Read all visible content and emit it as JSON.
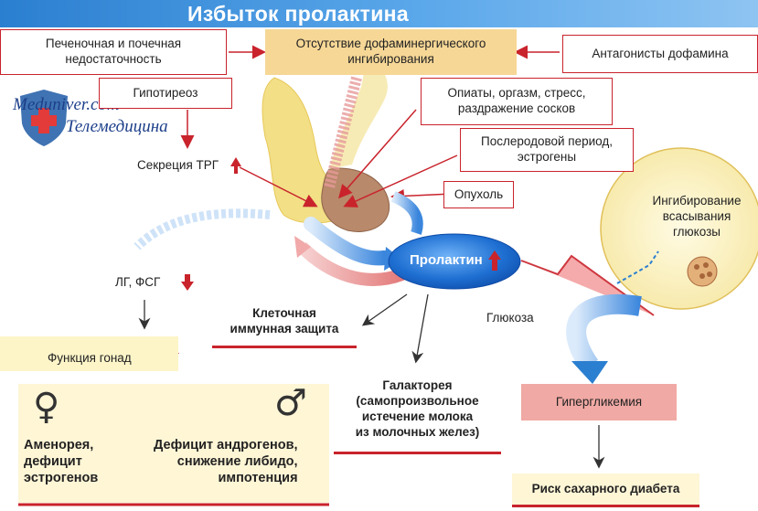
{
  "title": "Избыток пролактина",
  "watermark": {
    "line1": "Meduniver.com",
    "line2": "Телемедицина"
  },
  "boxes": {
    "liver": "Печеночная и почечная\nнедостаточность",
    "no_dopamine": "Отсутствие дофаминергического\nингибирования",
    "antagonists": "Антагонисты дофамина",
    "hypothyroid": "Гипотиреоз",
    "opiates": "Опиаты, оргазм, стресс,\nраздражение сосков",
    "postpartum": "Послеродовой период,\nэстрогены",
    "tumor": "Опухоль",
    "glucose_inhib": "Ингибирование\nвсасывания\nглюкозы"
  },
  "labels": {
    "trh": "Секреция ТРГ",
    "lh_fsh": "ЛГ, ФСГ",
    "gonad": "Функция гонад",
    "prolactin": "Пролактин",
    "glucose": "Глюкоза",
    "immune": "Клеточная\nиммунная защита",
    "galactorrhea": "Галакторея\n(самопроизвольное\nистечение молока\nиз молочных желез)",
    "hyperglycemia": "Гипергликемия",
    "diabetes_risk": "Риск сахарного диабета",
    "female": "Аменорея,\nдефицит\nэстрогенов",
    "male": "Дефицит андрогенов,\nснижение либидо,\nимпотенция"
  },
  "symbols": {
    "female": "♀",
    "male": "♂"
  },
  "colors": {
    "accent": "#c9232c",
    "title_bar": "#2b7fd0",
    "yellow": "#fdf5c8",
    "blue_oval": "#1f6fd1",
    "pink": "#f4b6b6"
  }
}
